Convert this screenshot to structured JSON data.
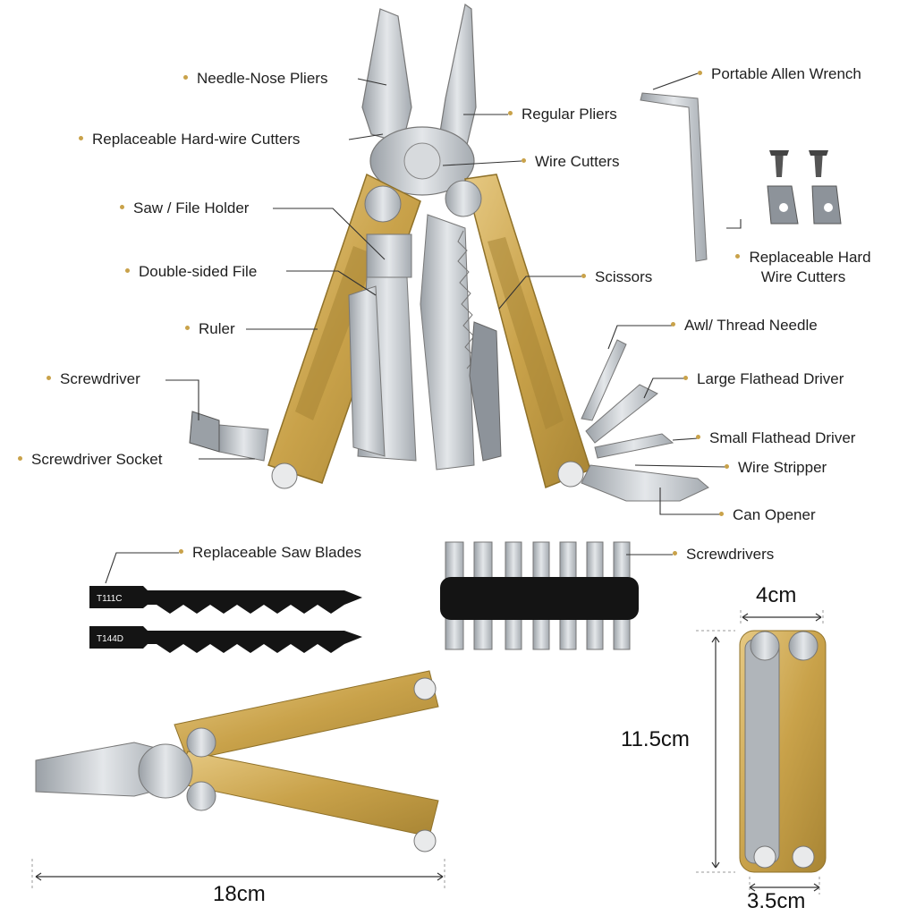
{
  "colors": {
    "gold": "#c9a24a",
    "steel": "#c7cbcf",
    "black": "#141414"
  },
  "labels": {
    "needle_nose_pliers": "Needle-Nose Pliers",
    "replaceable_hardwire_cutters": "Replaceable Hard-wire Cutters",
    "saw_file_holder": "Saw / File Holder",
    "double_sided_file": "Double-sided File",
    "ruler": "Ruler",
    "screwdriver": "Screwdriver",
    "screwdriver_socket": "Screwdriver Socket",
    "regular_pliers": "Regular Pliers",
    "wire_cutters": "Wire Cutters",
    "scissors": "Scissors",
    "awl_thread_needle": "Awl/ Thread Needle",
    "large_flathead_driver": "Large Flathead Driver",
    "small_flathead_driver": "Small Flathead Driver",
    "wire_stripper": "Wire Stripper",
    "can_opener": "Can Opener",
    "portable_allen_wrench": "Portable Allen Wrench",
    "replaceable_hard_wire_cutters": "Replaceable Hard Wire Cutters",
    "replaceable_saw_blades": "Replaceable Saw Blades",
    "screwdrivers": "Screwdrivers"
  },
  "dimensions": {
    "width_top": "4cm",
    "height": "11.5cm",
    "width_bottom": "3.5cm",
    "length": "18cm"
  },
  "blade_codes": {
    "blade1": "T111C",
    "blade2": "T144D"
  }
}
